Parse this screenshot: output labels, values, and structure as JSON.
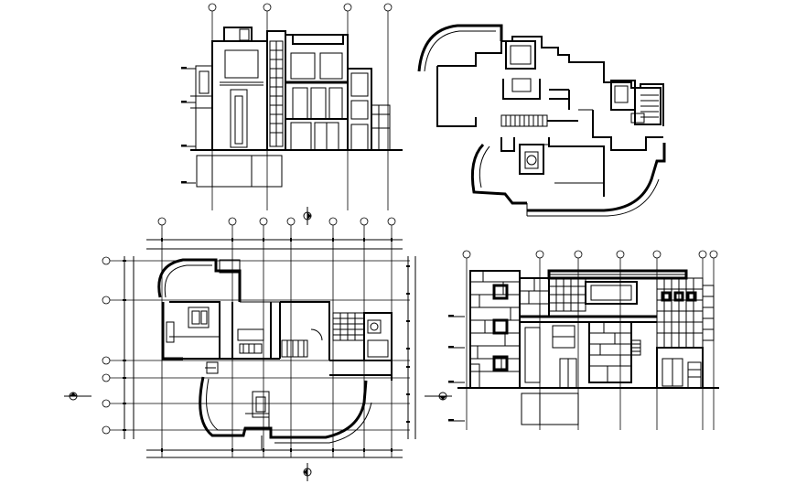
{
  "drawing_sheet": {
    "views": [
      {
        "id": "front-elevation",
        "grid_labels": []
      },
      {
        "id": "upper-floor-plan",
        "grid_labels": []
      },
      {
        "id": "ground-floor-plan",
        "grid_labels": []
      },
      {
        "id": "side-elevation",
        "grid_labels": []
      }
    ],
    "line_color": "#000000",
    "background_color": "#ffffff"
  }
}
